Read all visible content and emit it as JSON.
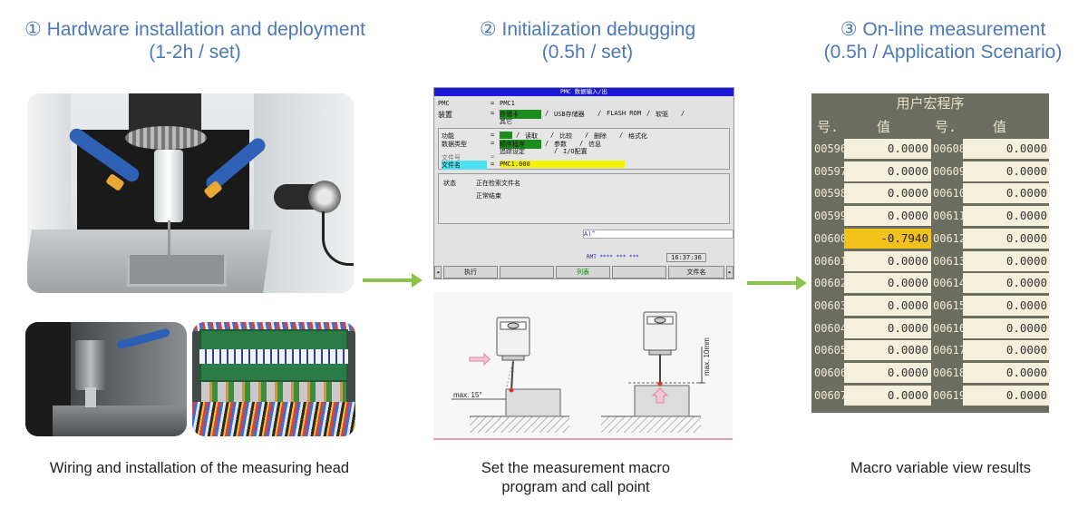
{
  "steps": [
    {
      "title_line1": "① Hardware installation and deployment",
      "title_line2": "(1-2h / set)",
      "caption": "Wiring and installation of the measuring head"
    },
    {
      "title_line1": "② Initialization debugging",
      "title_line2": "(0.5h / set)",
      "caption_line1": "Set the measurement macro",
      "caption_line2": "program and call point"
    },
    {
      "title_line1": "③ On-line measurement",
      "title_line2": "(0.5h / Application Scenario)",
      "caption": "Macro variable view results"
    }
  ],
  "pmc_screen": {
    "title": "PMC 数据输入/出",
    "pmc_label": "PMC",
    "pmc_value": "PMC1",
    "device_label": "装置",
    "device_options": [
      "存储卡",
      "USB存储器",
      "FLASH ROM",
      "软驱",
      "其它"
    ],
    "function_label": "功能",
    "function_options": [
      "读取",
      "比较",
      "删除",
      "格式化"
    ],
    "datatype_label": "数据类型",
    "datatype_options": [
      "顺序程序",
      "参数",
      "信息",
      "追踪设定",
      "I/O配置"
    ],
    "fileno_label": "文件号",
    "filename_label": "文件名",
    "filename_value": "PMC1.000",
    "status_label": "状态",
    "status_line1": "正在检索文件名",
    "status_line2": "正常结束",
    "input_prompt": "A)^",
    "mode_indicator": "RMT **** *** ***",
    "clock": "16:37:36",
    "softkeys": [
      "执行",
      "",
      "列表",
      "",
      "文件名"
    ]
  },
  "diagram": {
    "label_angle": "max. 15°",
    "label_height": "max. 10mm"
  },
  "macro_screen": {
    "title": "用户宏程序",
    "header_no": "号.",
    "header_val": "值",
    "rows": [
      {
        "n1": "00596",
        "v1": "0.0000",
        "n2": "00608",
        "v2": "0.0000"
      },
      {
        "n1": "00597",
        "v1": "0.0000",
        "n2": "00609",
        "v2": "0.0000"
      },
      {
        "n1": "00598",
        "v1": "0.0000",
        "n2": "00610",
        "v2": "0.0000"
      },
      {
        "n1": "00599",
        "v1": "0.0000",
        "n2": "00611",
        "v2": "0.0000"
      },
      {
        "n1": "00600",
        "v1": "-0.7940",
        "n2": "00612",
        "v2": "0.0000",
        "selected": true
      },
      {
        "n1": "00601",
        "v1": "0.0000",
        "n2": "00613",
        "v2": "0.0000"
      },
      {
        "n1": "00602",
        "v1": "0.0000",
        "n2": "00614",
        "v2": "0.0000"
      },
      {
        "n1": "00603",
        "v1": "0.0000",
        "n2": "00615",
        "v2": "0.0000"
      },
      {
        "n1": "00604",
        "v1": "0.0000",
        "n2": "00616",
        "v2": "0.0000"
      },
      {
        "n1": "00605",
        "v1": "0.0000",
        "n2": "00617",
        "v2": "0.0000"
      },
      {
        "n1": "00606",
        "v1": "0.0000",
        "n2": "00618",
        "v2": "0.0000"
      },
      {
        "n1": "00607",
        "v1": "0.0000",
        "n2": "00619",
        "v2": "0.0000"
      }
    ]
  },
  "colors": {
    "title_blue": "#4a78b8",
    "arrow_green": "#8bc34a",
    "highlight_yellow": "#f2c11c"
  }
}
